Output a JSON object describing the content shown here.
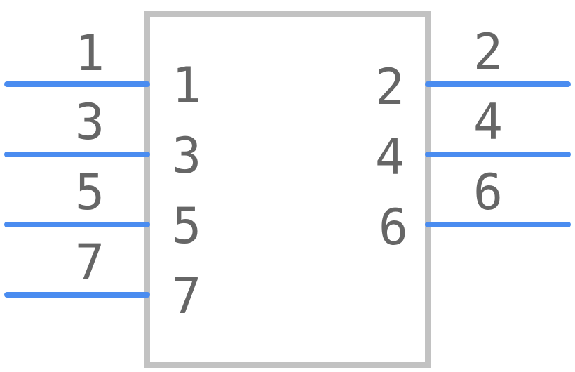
{
  "colors": {
    "pin": "#4a8cf0",
    "body_outline": "#c2c2c2",
    "text": "#666666",
    "background": "#ffffff"
  },
  "left_pins": [
    {
      "outer_number": "1",
      "inner_number": "1"
    },
    {
      "outer_number": "3",
      "inner_number": "3"
    },
    {
      "outer_number": "5",
      "inner_number": "5"
    },
    {
      "outer_number": "7",
      "inner_number": "7"
    }
  ],
  "right_pins": [
    {
      "outer_number": "2",
      "inner_number": "2"
    },
    {
      "outer_number": "4",
      "inner_number": "4"
    },
    {
      "outer_number": "6",
      "inner_number": "6"
    }
  ]
}
